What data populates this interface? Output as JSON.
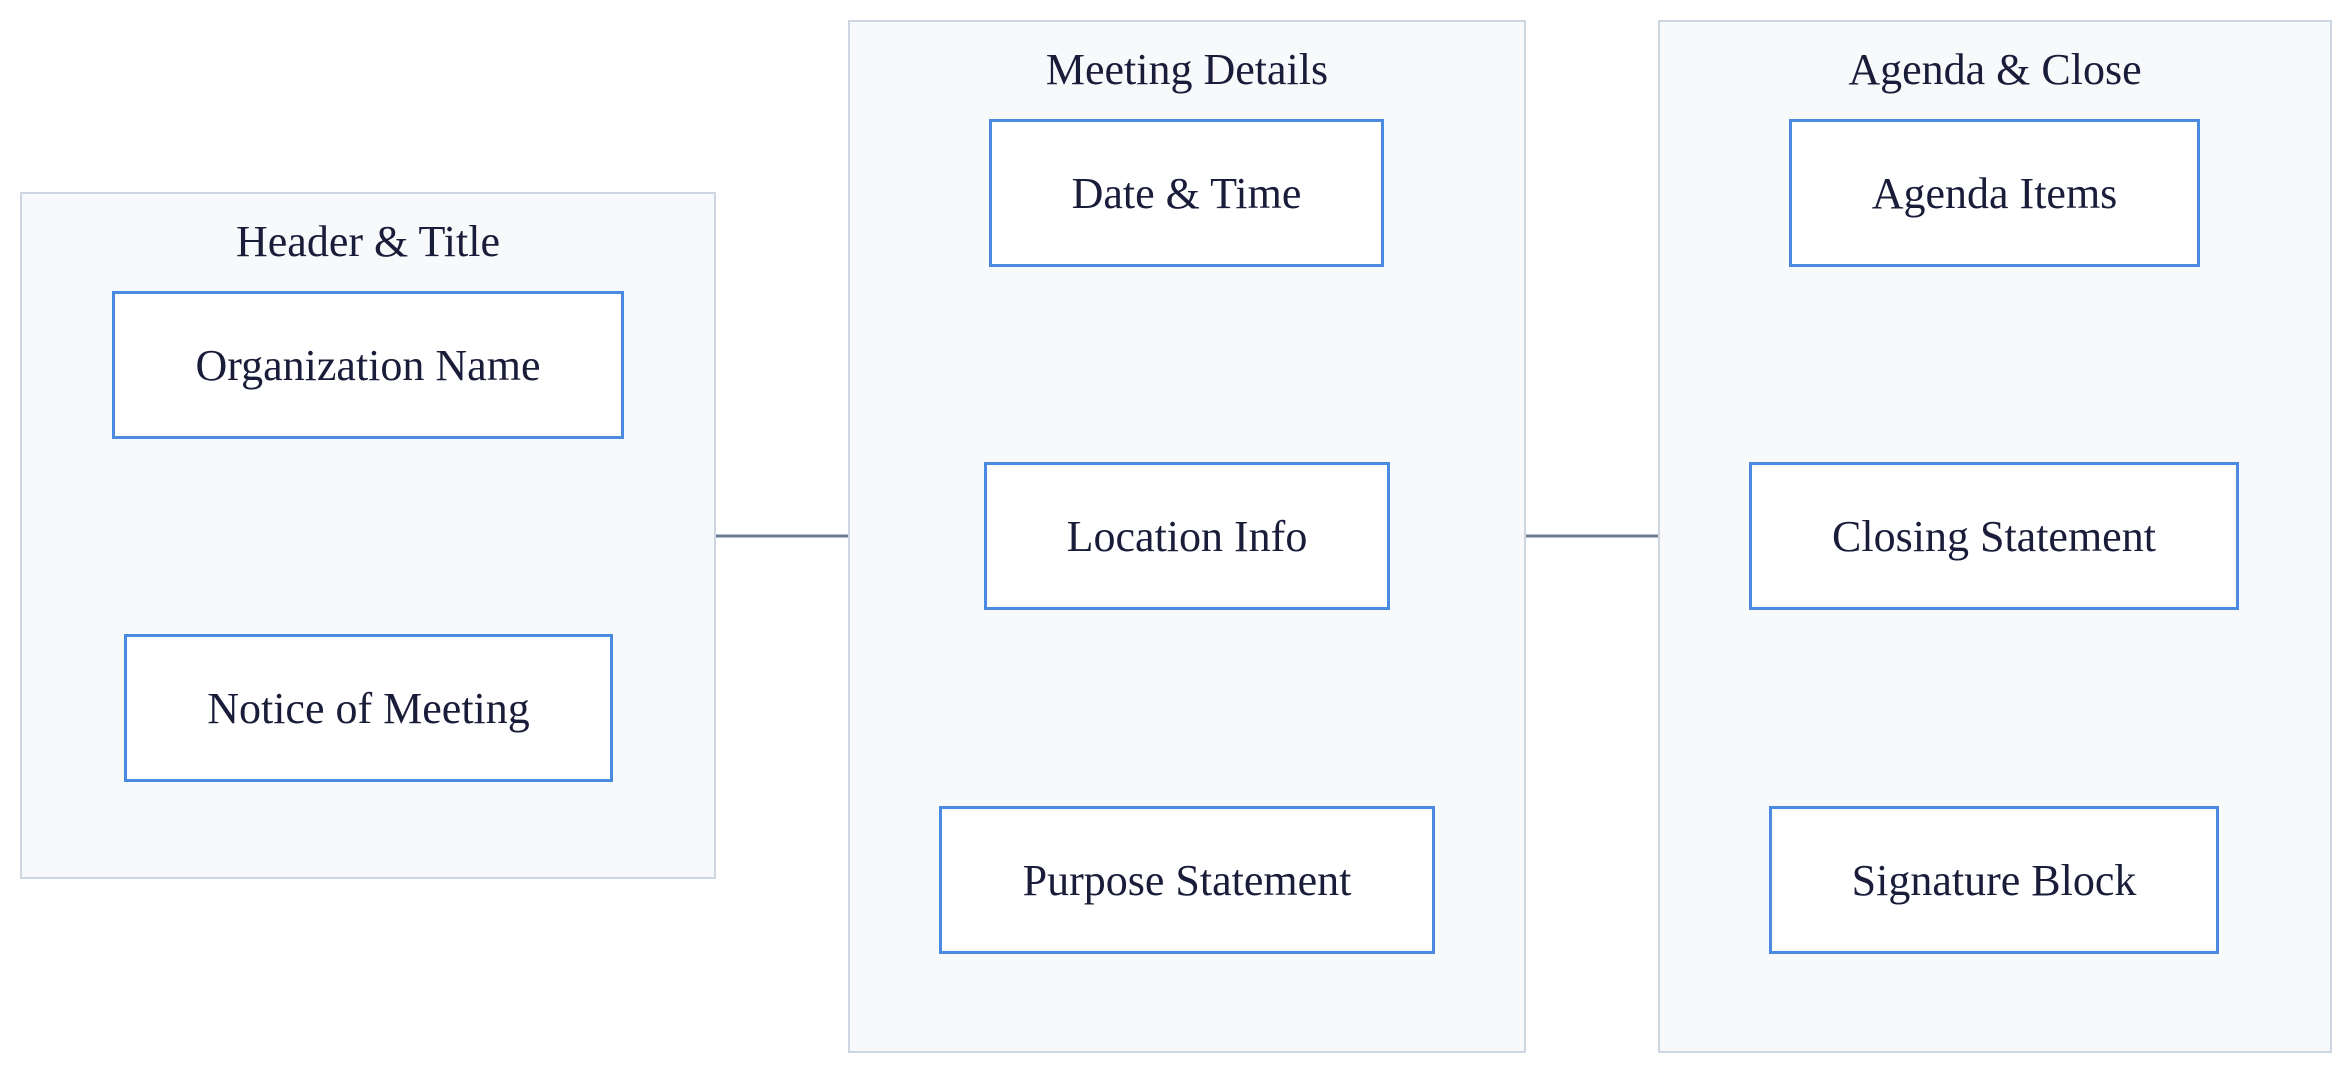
{
  "colors": {
    "background": "#ffffff",
    "group_fill": "#f7f9fb",
    "group_border": "#cdd7e3",
    "node_border": "#4a8ae0",
    "connector": "#6b7b92",
    "text": "#1a1d3a"
  },
  "groups": [
    {
      "title": "Header & Title",
      "nodes": [
        "Organization Name",
        "Notice of Meeting"
      ]
    },
    {
      "title": "Meeting Details",
      "nodes": [
        "Date & Time",
        "Location Info",
        "Purpose Statement"
      ]
    },
    {
      "title": "Agenda & Close",
      "nodes": [
        "Agenda Items",
        "Closing Statement",
        "Signature Block"
      ]
    }
  ]
}
